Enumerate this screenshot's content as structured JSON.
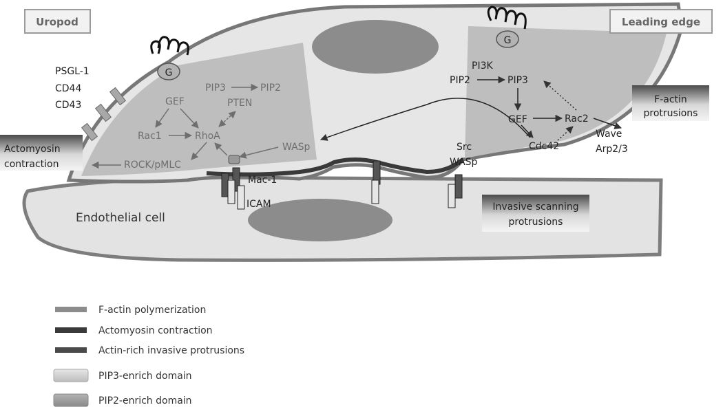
{
  "labels": {
    "uropod": "Uropod",
    "leading_edge": "Leading edge",
    "g_protein": "G",
    "psgl1": "PSGL-1",
    "cd44": "CD44",
    "cd43": "CD43",
    "actomyosin_contraction_1": "Actomyosin",
    "actomyosin_contraction_2": "contraction",
    "factin_protrusions_1": "F-actin",
    "factin_protrusions_2": "protrusions",
    "invasive_scanning_1": "Invasive scanning",
    "invasive_scanning_2": "protrusions",
    "endothelial_cell": "Endothelial cell",
    "mac1": "Mac-1",
    "icam": "ICAM",
    "src": "Src",
    "wasp_membrane": "WASp"
  },
  "uropod_pathway": {
    "pip3": "PIP3",
    "pip2": "PIP2",
    "gef": "GEF",
    "pten": "PTEN",
    "rac1": "Rac1",
    "rhoa": "RhoA",
    "wasp": "WASp",
    "rock_pmlc": "ROCK/pMLC"
  },
  "leading_pathway": {
    "pi3k": "PI3K",
    "pip2": "PIP2",
    "pip3": "PIP3",
    "gef": "GEF",
    "rac2": "Rac2",
    "cdc42": "Cdc42",
    "wave": "Wave",
    "arp23": "Arp2/3"
  },
  "legend": [
    {
      "label": "F-actin polymerization",
      "color": "#8c8c8c"
    },
    {
      "label": "Actomyosin contraction",
      "color": "#3a3a3a"
    },
    {
      "label": "Actin-rich invasive protrusions",
      "color": "#4a4a4a"
    },
    {
      "label": "PIP3-enrich domain",
      "color": "#cfcfcf"
    },
    {
      "label": "PIP2-enrich domain",
      "color": "#9a9a9a"
    }
  ]
}
